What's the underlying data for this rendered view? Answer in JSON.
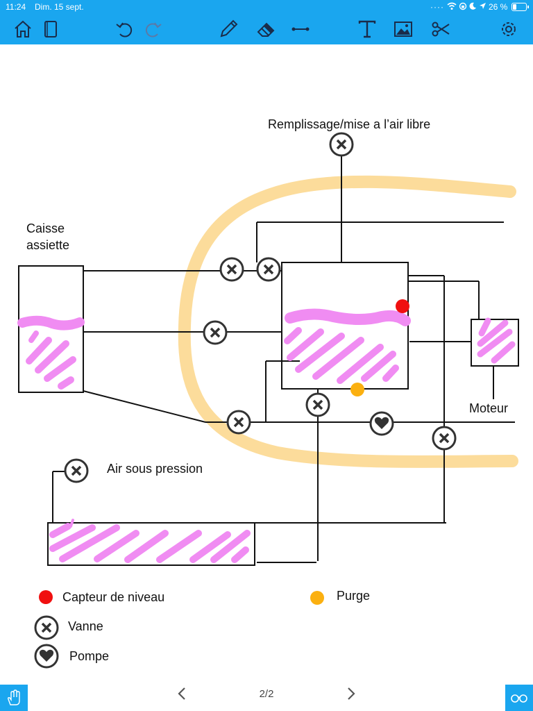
{
  "status_bar": {
    "time": "11:24",
    "date": "Dim. 15 sept.",
    "battery": "26 %"
  },
  "toolbar": {
    "tools": [
      "home-icon",
      "notebooks-icon",
      "undo-icon",
      "redo-icon",
      "pen-icon",
      "eraser-icon",
      "line-icon",
      "text-icon",
      "image-icon",
      "scissors-icon",
      "gear-icon"
    ]
  },
  "colors": {
    "accent": "#1aa6ef",
    "highlight_orange": "#fbd68a",
    "highlight_pink": "#f08cf2",
    "level_sensor": "#f01010",
    "purge": "#fbb010"
  },
  "diagram": {
    "title_label": "Remplissage/mise a l’air libre",
    "plate_tank_line1": "Caisse",
    "plate_tank_line2": "assiette",
    "motor_label": "Moteur",
    "air_label": "Air sous pression"
  },
  "legend": {
    "level_sensor": "Capteur de niveau",
    "purge": "Purge",
    "valve": "Vanne",
    "pump": "Pompe"
  },
  "pagination": {
    "page": "2/2"
  }
}
